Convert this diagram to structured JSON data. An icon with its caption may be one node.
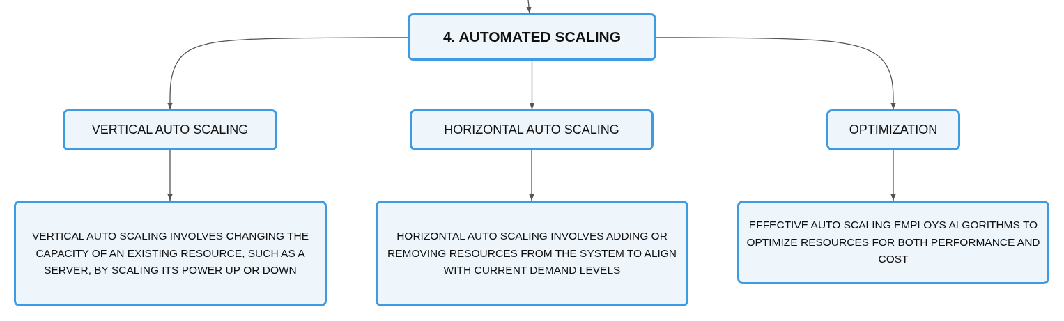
{
  "diagram": {
    "nodes": [
      {
        "text": [
          "4. AUTOMATED SCALING"
        ]
      },
      {
        "text": [
          "VERTICAL AUTO SCALING"
        ]
      },
      {
        "text": [
          "HORIZONTAL AUTO SCALING"
        ]
      },
      {
        "text": [
          "OPTIMIZATION"
        ]
      },
      {
        "text": [
          "VERTICAL AUTO SCALING INVOLVES CHANGING THE CAPACITY OF AN EXISTING RESOURCE, SUCH AS A SERVER, BY SCALING ITS POWER UP OR DOWN"
        ]
      },
      {
        "text": [
          "HORIZONTAL AUTO SCALING INVOLVES ADDING OR REMOVING RESOURCES FROM THE SYSTEM TO ALIGN WITH CURRENT DEMAND LEVELS"
        ]
      },
      {
        "text": [
          "EFFECTIVE AUTO SCALING EMPLOYS ALGORITHMS TO OPTIMIZE RESOURCES FOR BOTH PERFORMANCE AND COST"
        ]
      }
    ],
    "edges": [
      {
        "from": null,
        "to": 0,
        "arrow": "to"
      },
      {
        "from": 0,
        "to": 1,
        "arrow": "to"
      },
      {
        "from": 0,
        "to": 2,
        "arrow": "to"
      },
      {
        "from": 0,
        "to": 3,
        "arrow": "to"
      },
      {
        "from": 1,
        "to": 4,
        "arrow": "to"
      },
      {
        "from": 2,
        "to": 5,
        "arrow": "to"
      },
      {
        "from": 3,
        "to": 6,
        "arrow": "to"
      }
    ]
  }
}
